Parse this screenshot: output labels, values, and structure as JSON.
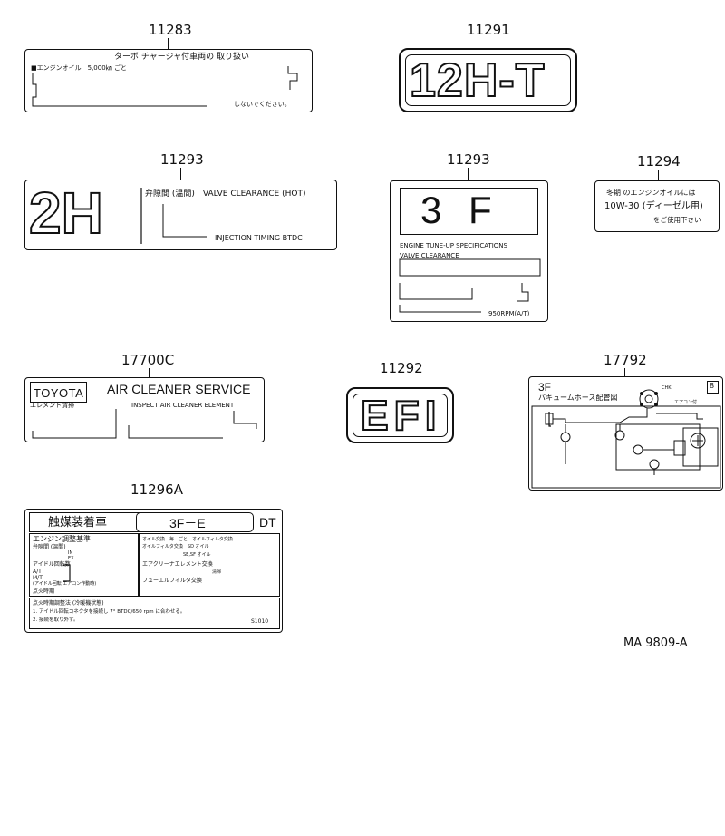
{
  "part_numbers": {
    "p11283": "11283",
    "p11291": "11291",
    "p11293a": "11293",
    "p11293b": "11293",
    "p11294": "11294",
    "p17700c": "17700C",
    "p11292": "11292",
    "p17792": "17792",
    "p11296a": "11296A"
  },
  "label_11283": {
    "title": "ターボ チャージャ付車両の 取り扱い",
    "line1": "■エンジンオイル　5,000㎞ ごと",
    "footer": "しないでください。"
  },
  "label_11291": {
    "emblem": "12H-T"
  },
  "label_11293_2h": {
    "emblem": "2H",
    "heading": "弁隙間 (温間)　VALVE CLEARANCE (HOT)",
    "footer": "INJECTION TIMING BTDC"
  },
  "label_11293_3f": {
    "emblem": "3 F",
    "line1": "ENGINE TUNE-UP SPECIFICATIONS",
    "line2": "VALVE  CLEARANCE",
    "footer": "950RPM(A/T)"
  },
  "label_11294": {
    "line1": "冬期 のエンジンオイルには",
    "line2": "10W-30 (ディーゼル用)",
    "line3": "をご使用下さい"
  },
  "label_17700c": {
    "brand": "TOYOTA",
    "title": "AIR CLEANER SERVICE",
    "left_caption": "エレメント清掃",
    "right_caption": "INSPECT AIR CLEANER ELEMENT"
  },
  "label_11292": {
    "emblem": "EFI"
  },
  "label_17792": {
    "engine": "3F",
    "title": "バキュームホース配管図",
    "badge": "8",
    "small1": "CHK",
    "small2": "エアコン付"
  },
  "label_11296a": {
    "header_left": "触媒装着車",
    "header_mid": "3F－E",
    "header_right": "DT",
    "left": [
      "エンジン調整基準",
      "弁隙間 (温間)",
      "IN",
      "EX",
      "アイドル回転数",
      "A/T",
      "M/T",
      "(アイドル回転 エアコン作動時)",
      "点火時期"
    ],
    "right": [
      "オイル交換　毎　ごと　オイルフィルタ交換",
      "オイルフィルタ交換　SD オイル",
      "SE,SF オイル",
      "エアクリーナエレメント交換",
      "清掃",
      "フューエルフィルタ交換"
    ],
    "bottom": [
      "点火時期調整法 (冷暖機状態)",
      "1. アイドル回転コネクタを接続し 7° BTDC/650 rpm に合わせる。",
      "2. 接続を取り外す。"
    ],
    "code": "S1010"
  },
  "figure_code": "MA  9809-A"
}
